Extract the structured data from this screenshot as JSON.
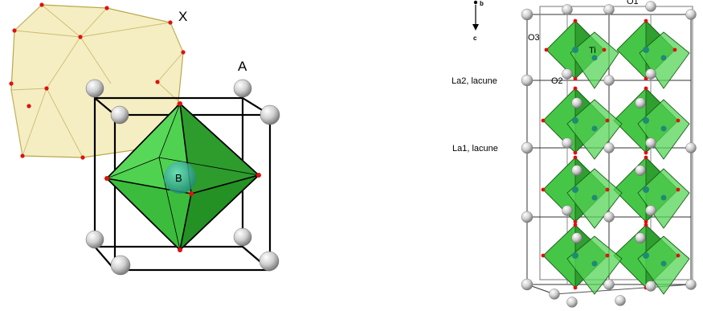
{
  "left_panel": {
    "label_x": "X",
    "label_a": "A",
    "label_b": "B"
  },
  "right_panel": {
    "axis_b": "b",
    "axis_c": "c",
    "label_o1": "O1",
    "label_o3": "O3",
    "label_o2": "O2",
    "label_ti": "Ti",
    "label_la2": "La2, lacune",
    "label_la1": "La1, lacune"
  },
  "colors": {
    "octahedron": "#3cc43c",
    "polyhedron_x": "#f3ebb8",
    "oxygen": "#e01010",
    "cation_a": "#d8d8d8",
    "cation_b": "#2aa58a"
  }
}
